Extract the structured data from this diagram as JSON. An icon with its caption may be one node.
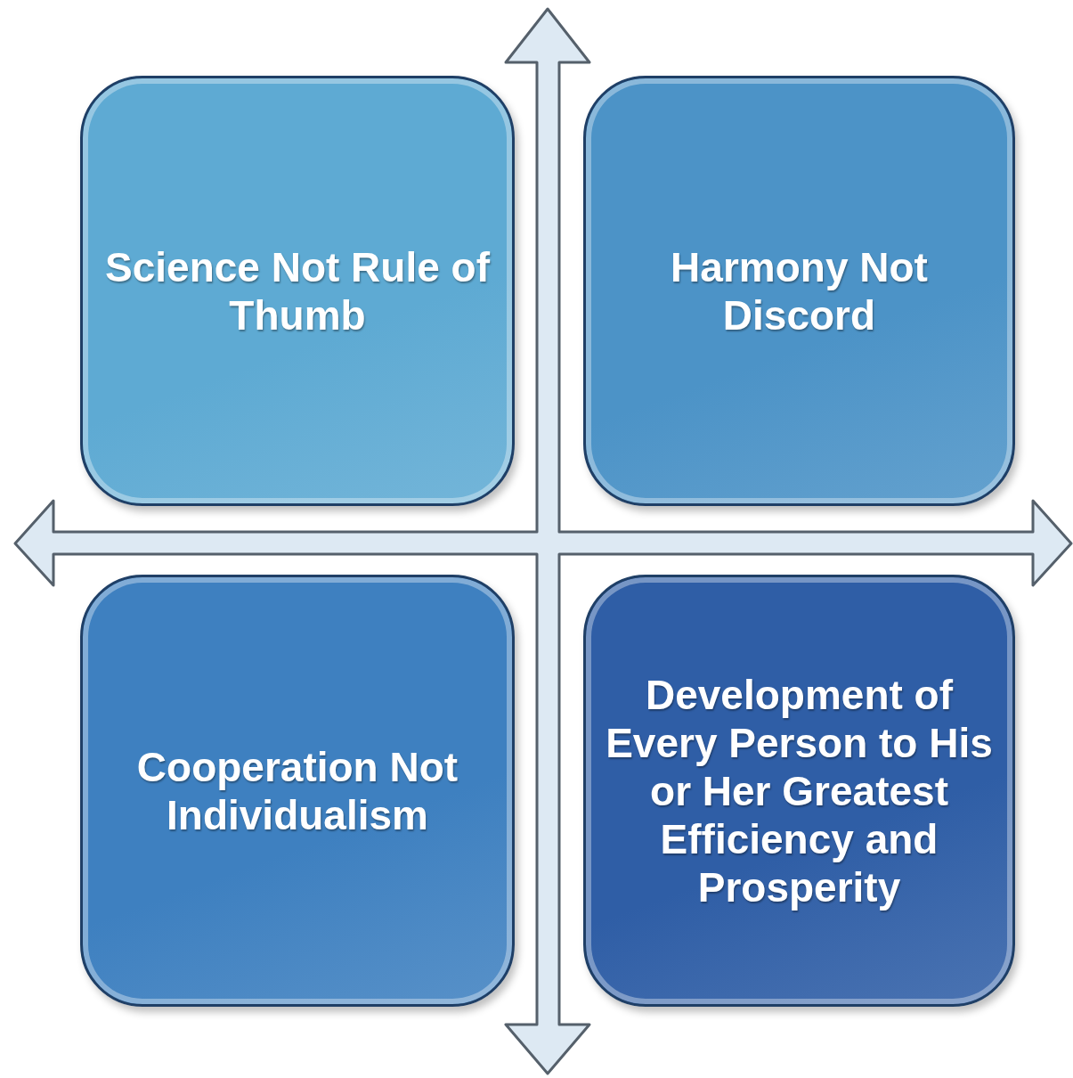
{
  "diagram": {
    "nodes": [
      {
        "text": [
          "Science Not Rule of Thumb"
        ]
      },
      {
        "text": [
          "Harmony Not Discord"
        ]
      },
      {
        "text": [
          "Cooperation Not Individualism"
        ]
      },
      {
        "text": [
          "Development of Every Person to His or Her Greatest Efficiency and Prosperity"
        ]
      }
    ]
  }
}
